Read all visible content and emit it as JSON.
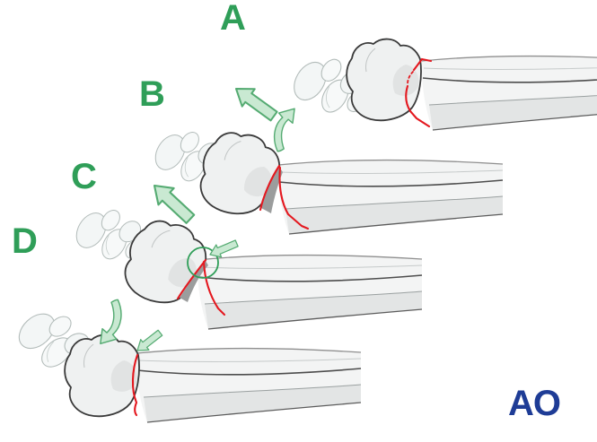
{
  "stages": [
    {
      "label": "A"
    },
    {
      "label": "B"
    },
    {
      "label": "C"
    },
    {
      "label": "D"
    }
  ],
  "branding": {
    "logo_text": "AO"
  },
  "colors": {
    "label_green": "#2f9e58",
    "arrow_fill": "#c9e9d2",
    "arrow_stroke": "#55ab72",
    "fracture_red": "#e4181f",
    "logo_blue": "#1e3c96",
    "bone_fill": "#f3f4f4",
    "bone_outline": "#8f8f8f",
    "fragment_outline": "#3a3a3a",
    "carpal_outline": "#b3bcba",
    "gap_gray": "#9b9d9d"
  },
  "annotations": {
    "circle": {
      "name": "dorsal-cortex-contact-circle"
    },
    "arrows": [
      {
        "name": "displacement-arrow-up-left-icon",
        "stage": "B"
      },
      {
        "name": "curved-displacement-arrow-up-icon",
        "stage": "B"
      },
      {
        "name": "displacement-arrow-up-left-icon",
        "stage": "C"
      },
      {
        "name": "impaction-arrow-toward-circle-icon",
        "stage": "C"
      },
      {
        "name": "curved-reduction-arrow-down-left-icon",
        "stage": "D"
      },
      {
        "name": "reduction-arrow-down-left-icon",
        "stage": "D"
      }
    ]
  }
}
